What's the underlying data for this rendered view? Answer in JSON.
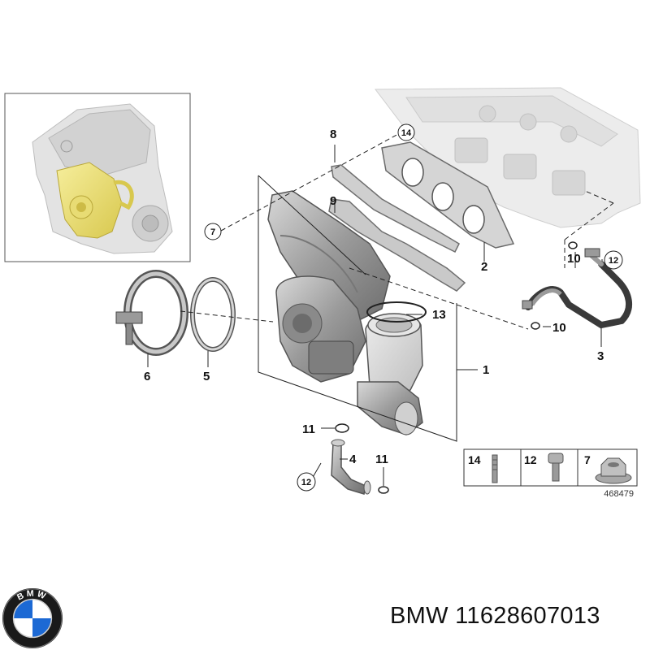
{
  "callouts": {
    "c1": "1",
    "c2": "2",
    "c3": "3",
    "c4": "4",
    "c5": "5",
    "c6": "6",
    "c7": "7",
    "c8": "8",
    "c9": "9",
    "c10a": "10",
    "c10b": "10",
    "c11a": "11",
    "c11b": "11",
    "c12a": "12",
    "c12b": "12",
    "c13": "13",
    "c14": "14"
  },
  "legend": {
    "item1": "14",
    "item2": "12",
    "item3": "7",
    "reference": "468479"
  },
  "logo": {
    "text": "BMW",
    "colors": {
      "blue": "#1c69d4",
      "white": "#ffffff",
      "ring": "#1a1a1a"
    }
  },
  "caption": "BMW 11628607013",
  "colors": {
    "part_grey": "#9a9a9a",
    "highlight_yellow": "#efe27a",
    "hose_dark": "#3a3a3a"
  }
}
